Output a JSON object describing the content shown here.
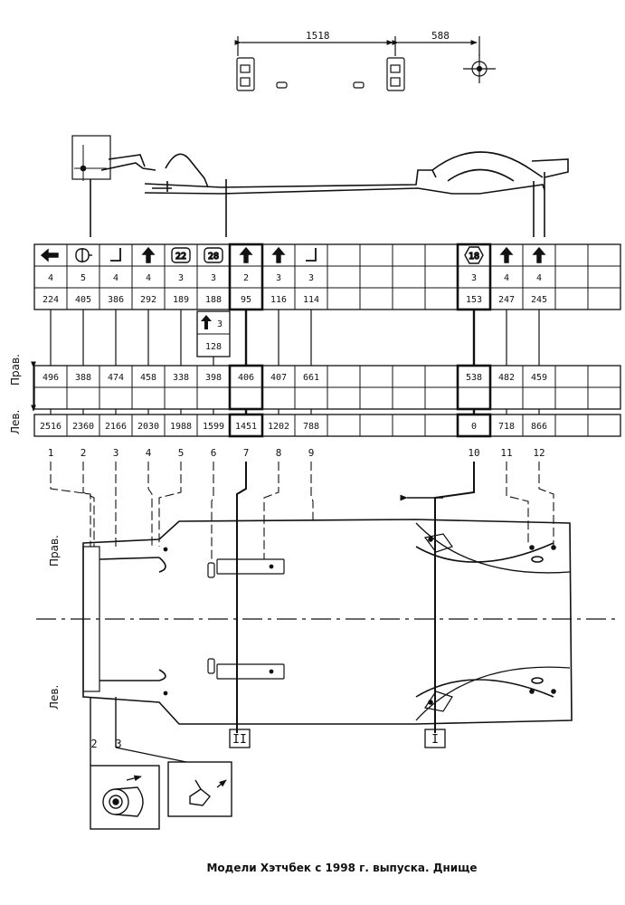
{
  "top_dims": {
    "left": "1518",
    "right": "588"
  },
  "table": {
    "columns": [
      {
        "icon": "arrow-left-icon",
        "type": "arrow-left",
        "n": "4",
        "a": "224",
        "b": "496",
        "c": "2516",
        "col": "1"
      },
      {
        "icon": "bushing-icon",
        "type": "bushing",
        "n": "5",
        "a": "405",
        "b": "388",
        "c": "2360",
        "col": "2"
      },
      {
        "icon": "hook-icon",
        "type": "hook",
        "n": "4",
        "a": "386",
        "b": "474",
        "c": "2166",
        "col": "3"
      },
      {
        "icon": "arrow-up-icon",
        "type": "arrow-up",
        "n": "4",
        "a": "292",
        "b": "458",
        "c": "2030",
        "col": "4"
      },
      {
        "icon": "hole-22-icon",
        "type": "round",
        "label": "22",
        "n": "3",
        "a": "189",
        "b": "338",
        "c": "1988",
        "col": "5"
      },
      {
        "icon": "hole-28-icon",
        "type": "round",
        "label": "28",
        "n": "3",
        "a": "188",
        "b": "398",
        "c": "1599",
        "col": "6",
        "extra": {
          "n": "3",
          "a": "128"
        }
      },
      {
        "icon": "arrow-up-icon",
        "type": "arrow-up",
        "n": "2",
        "a": "95",
        "b": "406",
        "c": "1451",
        "col": "7",
        "bold": true
      },
      {
        "icon": "arrow-up-icon",
        "type": "arrow-up",
        "n": "3",
        "a": "116",
        "b": "407",
        "c": "1202",
        "col": "8"
      },
      {
        "icon": "hook-icon",
        "type": "hook",
        "n": "3",
        "a": "114",
        "b": "661",
        "c": "788",
        "col": "9"
      },
      {
        "empty": true
      },
      {
        "empty": true
      },
      {
        "empty": true
      },
      {
        "empty": true
      },
      {
        "icon": "hex-18-icon",
        "type": "hex",
        "label": "18",
        "n": "3",
        "a": "153",
        "b": "538",
        "c": "0",
        "col": "10",
        "bold": true
      },
      {
        "icon": "arrow-up-icon",
        "type": "arrow-up",
        "n": "4",
        "a": "247",
        "b": "482",
        "c": "718",
        "col": "11"
      },
      {
        "icon": "arrow-up-icon",
        "type": "arrow-up",
        "n": "4",
        "a": "245",
        "b": "459",
        "c": "866",
        "col": "12"
      },
      {
        "empty": true
      },
      {
        "empty": true
      }
    ]
  },
  "side_labels": {
    "right": "Прав.",
    "left": "Лев."
  },
  "views": {
    "rear": "II",
    "front": "I"
  },
  "detail_labels": [
    "2",
    "3"
  ],
  "caption": "Модели Хэтчбек с 1998 г. выпуска. Днище"
}
